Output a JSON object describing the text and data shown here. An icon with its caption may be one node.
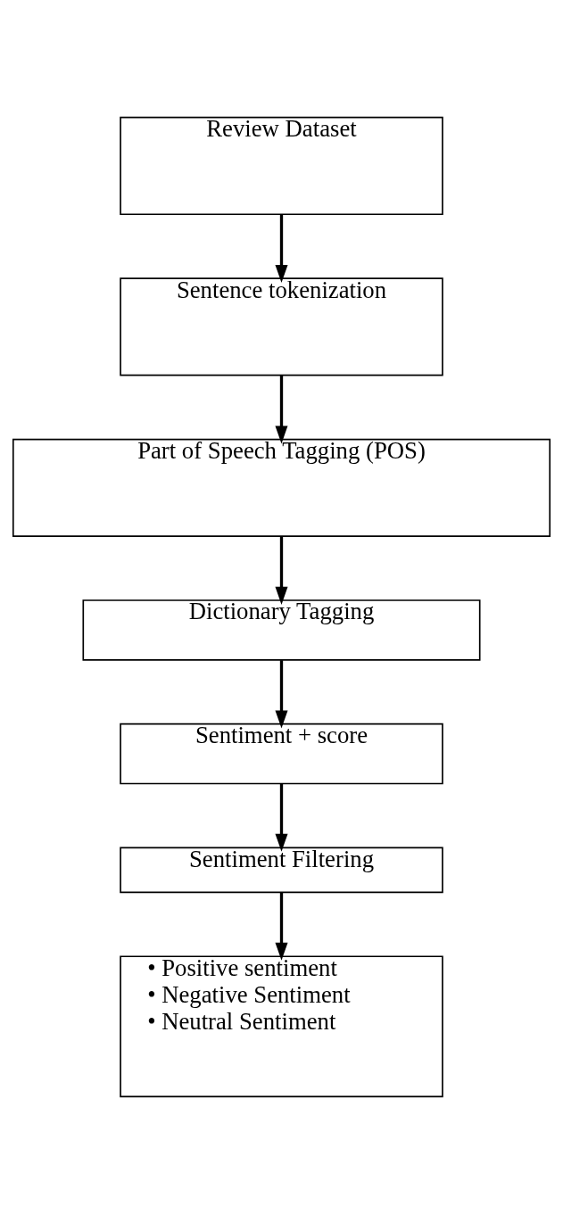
{
  "diagram": {
    "nodes": [
      {
        "text": [
          "Review Dataset"
        ]
      },
      {
        "text": [
          "Sentence tokenization"
        ]
      },
      {
        "text": [
          "Part of Speech Tagging (POS)"
        ]
      },
      {
        "text": [
          "Dictionary Tagging"
        ]
      },
      {
        "text": [
          "Sentiment + score"
        ]
      },
      {
        "text": [
          "Sentiment Filtering"
        ]
      },
      {
        "text": [
          "• Positive sentiment",
          "• Negative Sentiment",
          "• Neutral Sentiment"
        ]
      }
    ],
    "edges": [
      {
        "from": 0,
        "to": 1,
        "arrow": "to"
      },
      {
        "from": 1,
        "to": 2,
        "arrow": "to"
      },
      {
        "from": 2,
        "to": 3,
        "arrow": "to"
      },
      {
        "from": 3,
        "to": 4,
        "arrow": "to"
      },
      {
        "from": 4,
        "to": 5,
        "arrow": "to"
      },
      {
        "from": 5,
        "to": 6,
        "arrow": "to"
      }
    ]
  }
}
